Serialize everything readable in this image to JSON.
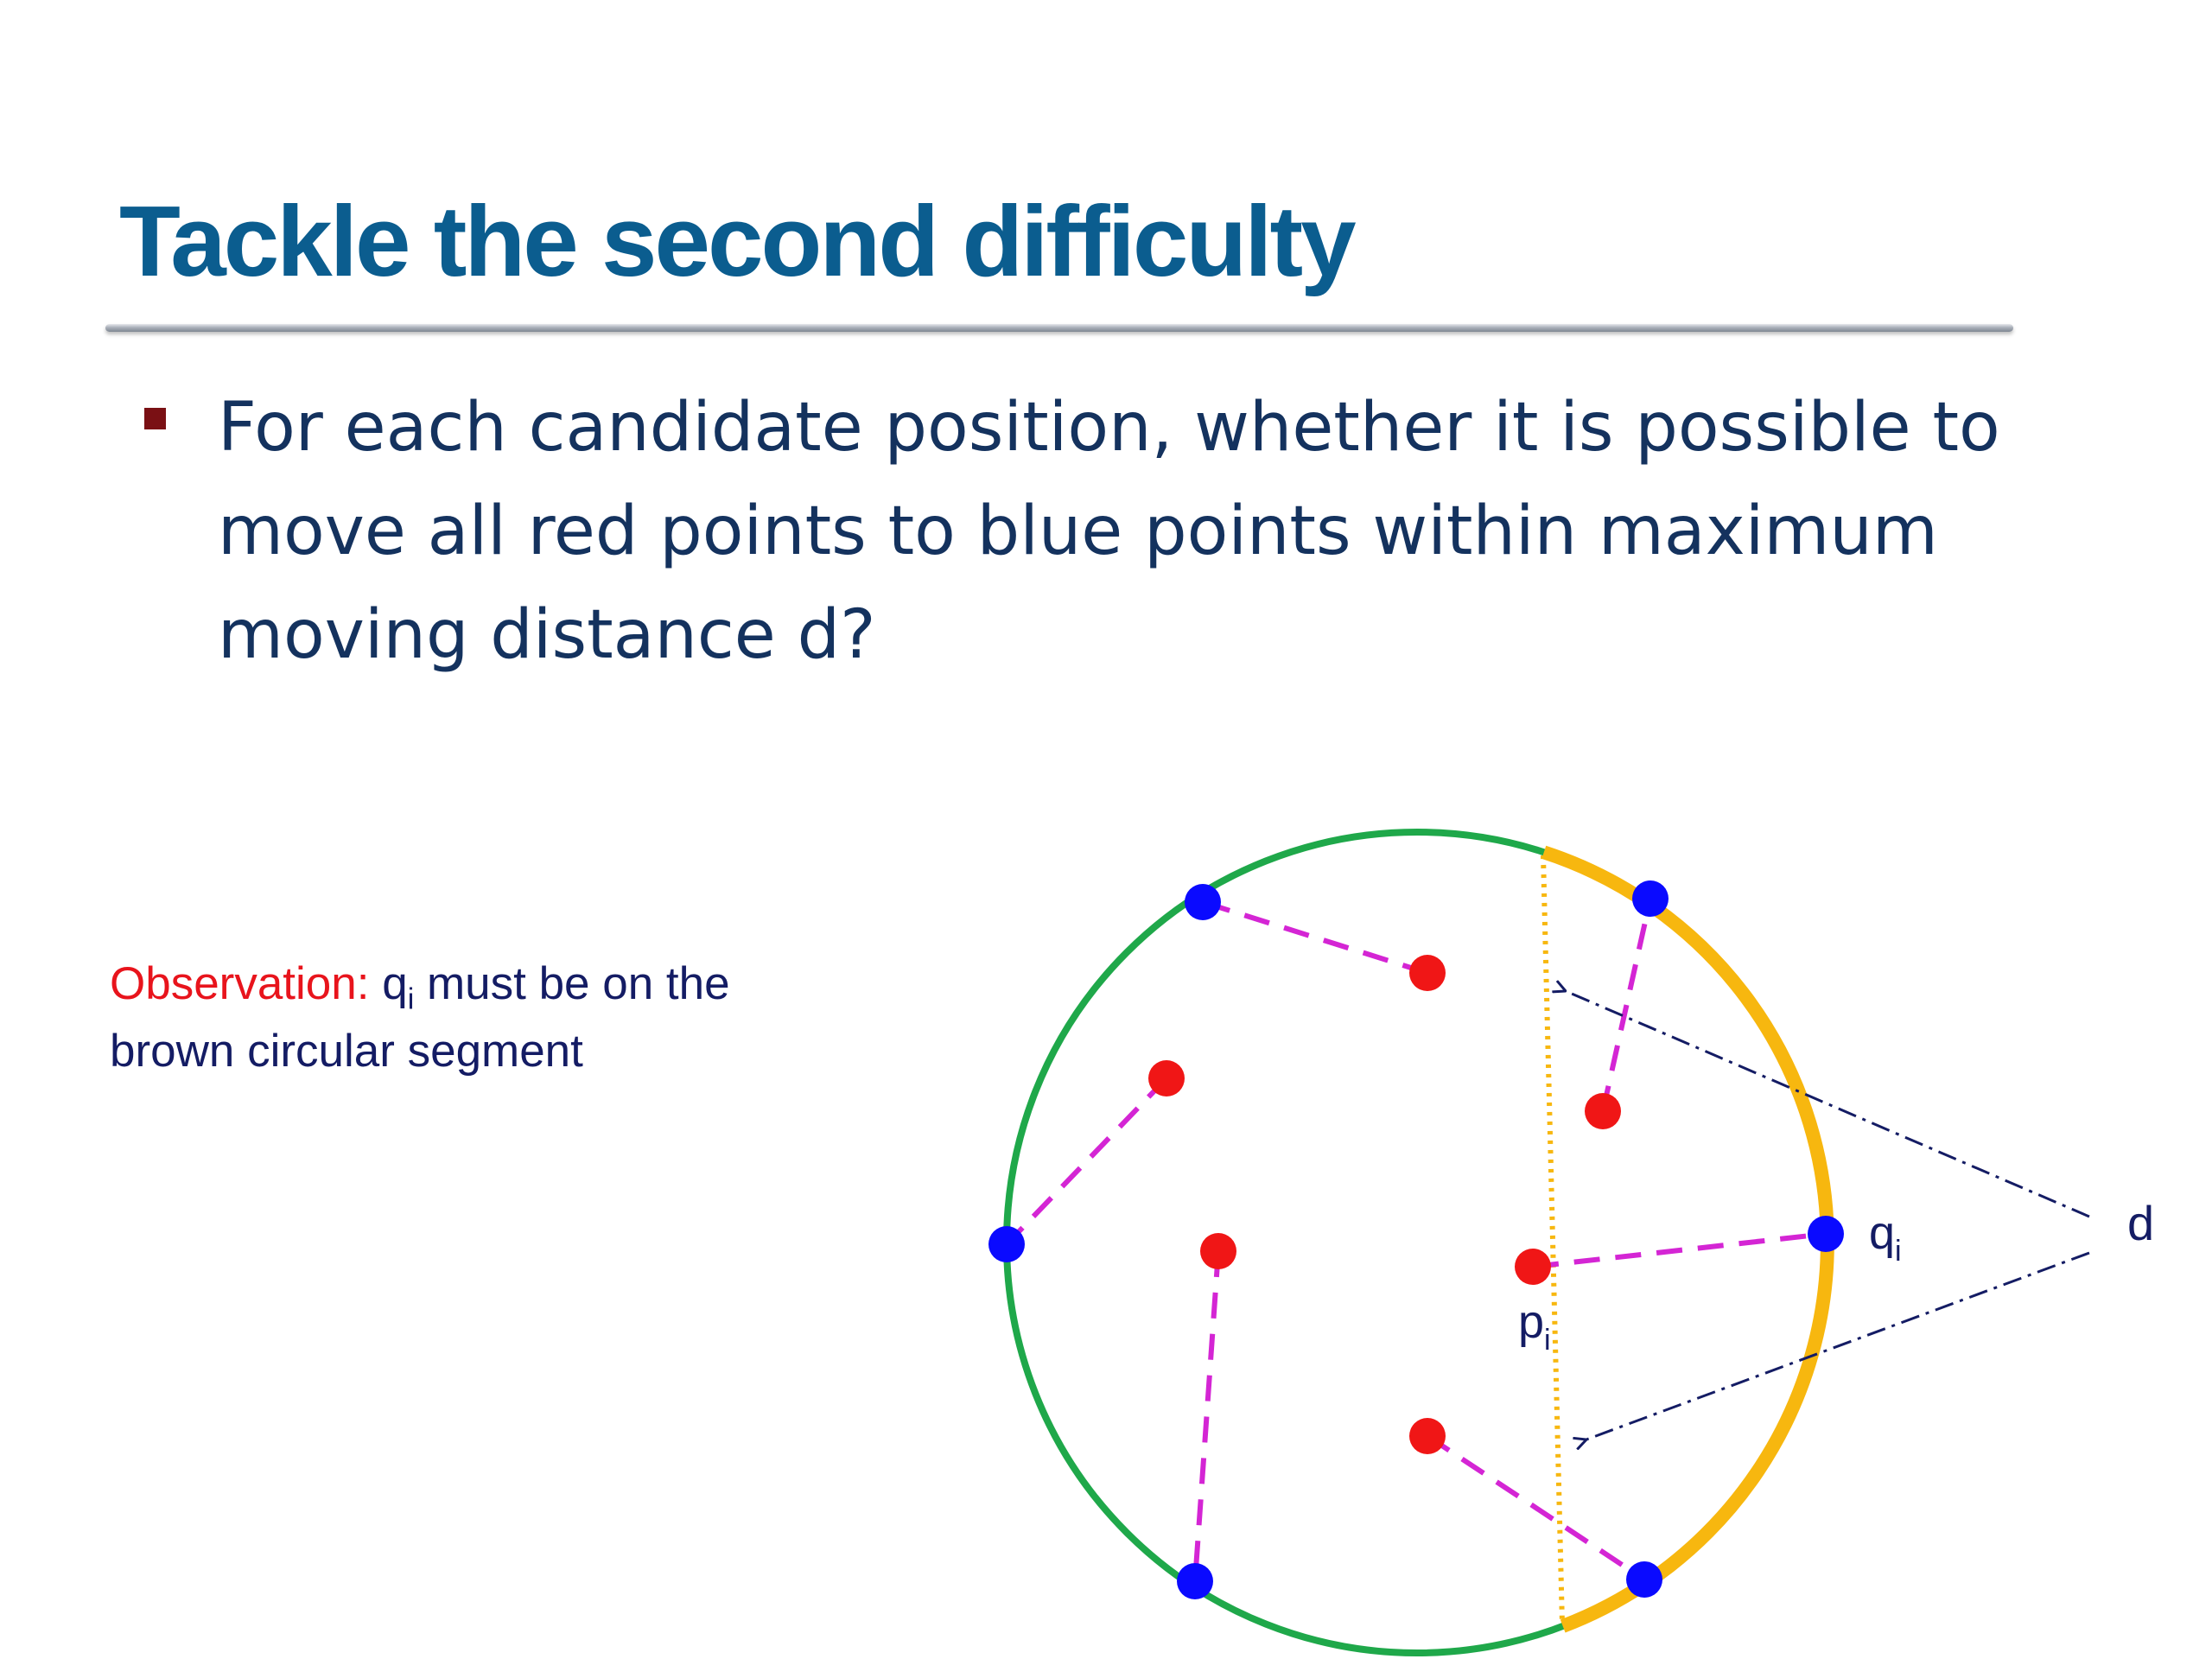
{
  "slide": {
    "title": "Tackle the second difficulty",
    "bullet": "For each candidate position, whether it is possible to move all red points to blue points within maximum moving distance d?"
  },
  "observation": {
    "label": "Observation:",
    "q": "q",
    "q_sub": "i",
    "rest_line1": " must be on the",
    "line2": "brown circular segment"
  },
  "diagram": {
    "labels": {
      "q": "q",
      "q_sub": "i",
      "p": "p",
      "p_sub": "i",
      "d": "d"
    },
    "colors": {
      "circle": "#1fa84a",
      "segment": "#f7b70f",
      "red_point": "#f01616",
      "blue_point": "#0a0aff",
      "link": "#d425d4",
      "arrow": "#141c64",
      "title": "#0b5d8f",
      "bullet_text": "#14325e",
      "bullet_marker": "#7a1014"
    }
  }
}
